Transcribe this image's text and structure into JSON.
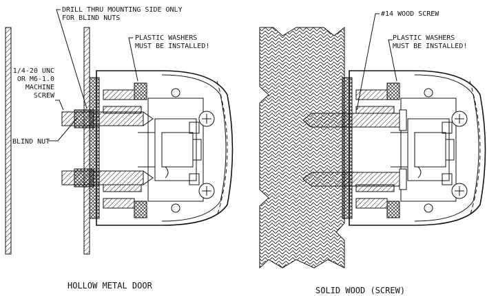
{
  "callouts": {
    "drill_thru_line1": "DRILL THRU MOUNTING SIDE ONLY",
    "drill_thru_line2": "FOR BLIND NUTS",
    "washers_left_line1": "PLASTIC WASHERS",
    "washers_left_line2": "MUST BE INSTALLED!",
    "machine_screw_line1": "1/4-20 UNC",
    "machine_screw_line2": "OR M6-1.0",
    "machine_screw_line3": "MACHINE",
    "machine_screw_line4": "SCREW",
    "blind_nut": "BLIND NUT",
    "wood_screw": "#14 WOOD SCREW",
    "washers_right_line1": "PLASTIC WASHERS",
    "washers_right_line2": "MUST BE INSTALLED!"
  },
  "captions": {
    "left": "HOLLOW METAL DOOR",
    "right": "SOLID WOOD (SCREW)"
  },
  "colors": {
    "line": "#111111",
    "background": "#ffffff"
  }
}
